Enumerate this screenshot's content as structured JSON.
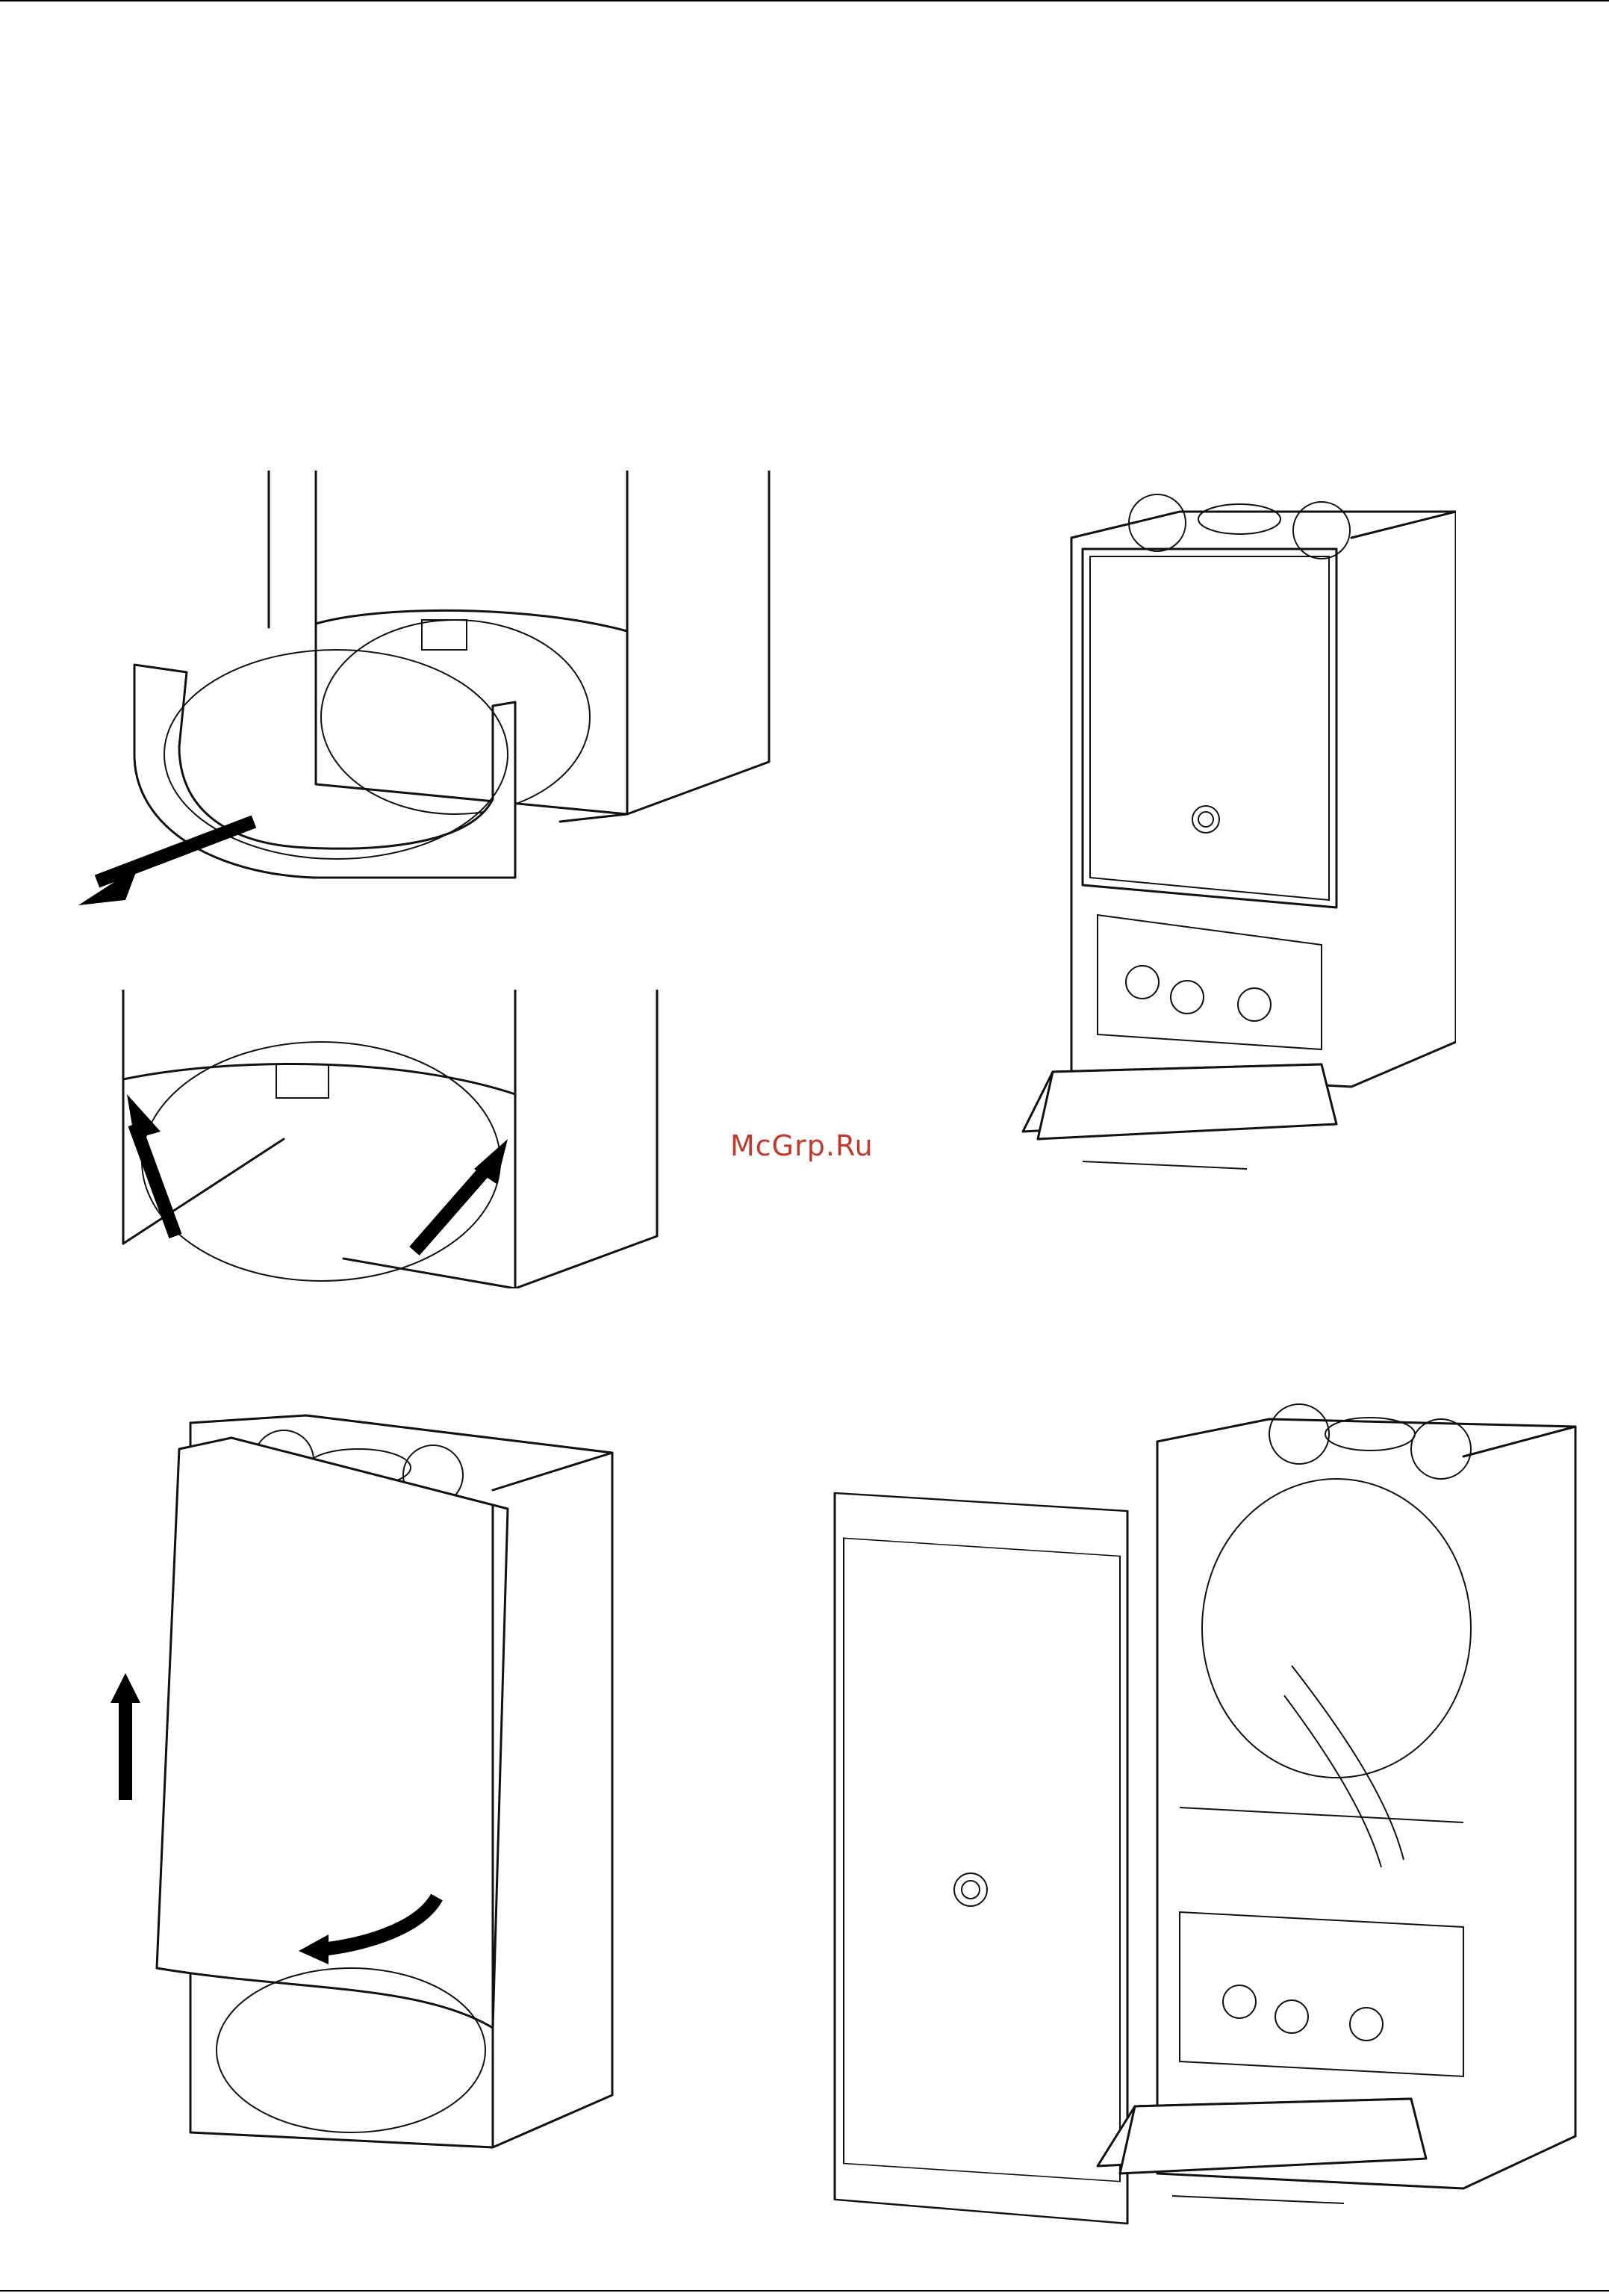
{
  "watermark": {
    "text": "McGrp.Ru",
    "color": "#c0392b"
  },
  "figures": [
    {
      "id": "step-1",
      "action": "remove-lower-cover"
    },
    {
      "id": "step-2",
      "action": "release-clips"
    },
    {
      "id": "step-3",
      "action": "lift-front-panel"
    },
    {
      "id": "step-4",
      "action": "open-control-panel"
    },
    {
      "id": "step-5",
      "action": "front-panel-removed"
    }
  ]
}
